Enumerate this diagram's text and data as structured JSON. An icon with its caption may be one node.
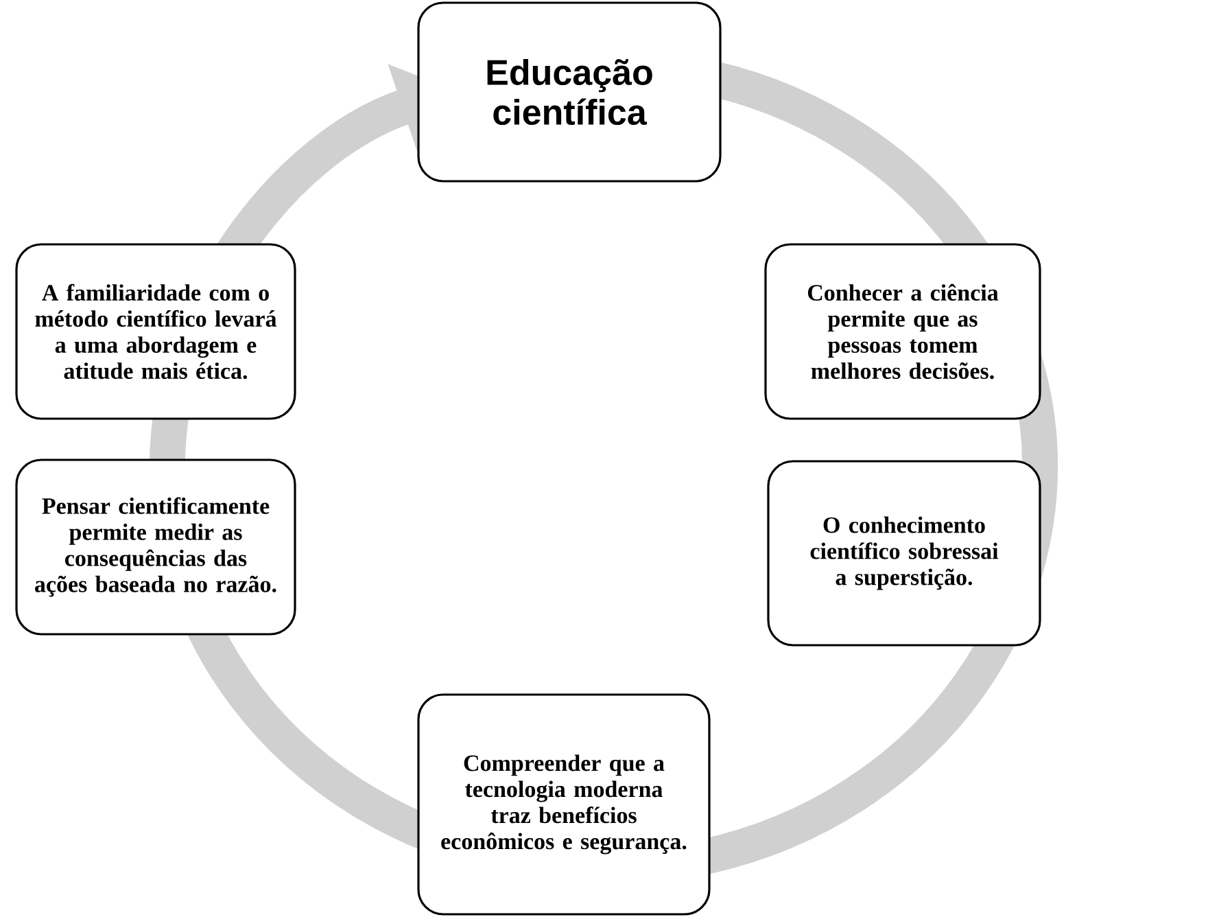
{
  "diagram": {
    "nodes": [
      {
        "text": [
          "Educação científica"
        ]
      },
      {
        "text": [
          "Conhecer a ciência permite que as pessoas tomem melhores decisões."
        ]
      },
      {
        "text": [
          "O conhecimento científico sobressai a superstição."
        ]
      },
      {
        "text": [
          "Compreender que a tecnologia moderna traz benefícios econômicos e segurança."
        ]
      },
      {
        "text": [
          "Pensar cientificamente permite medir as consequências das ações baseada no razão."
        ]
      },
      {
        "text": [
          "A familiaridade com o método científico levará a uma abordagem e atitude mais ética."
        ]
      }
    ]
  }
}
